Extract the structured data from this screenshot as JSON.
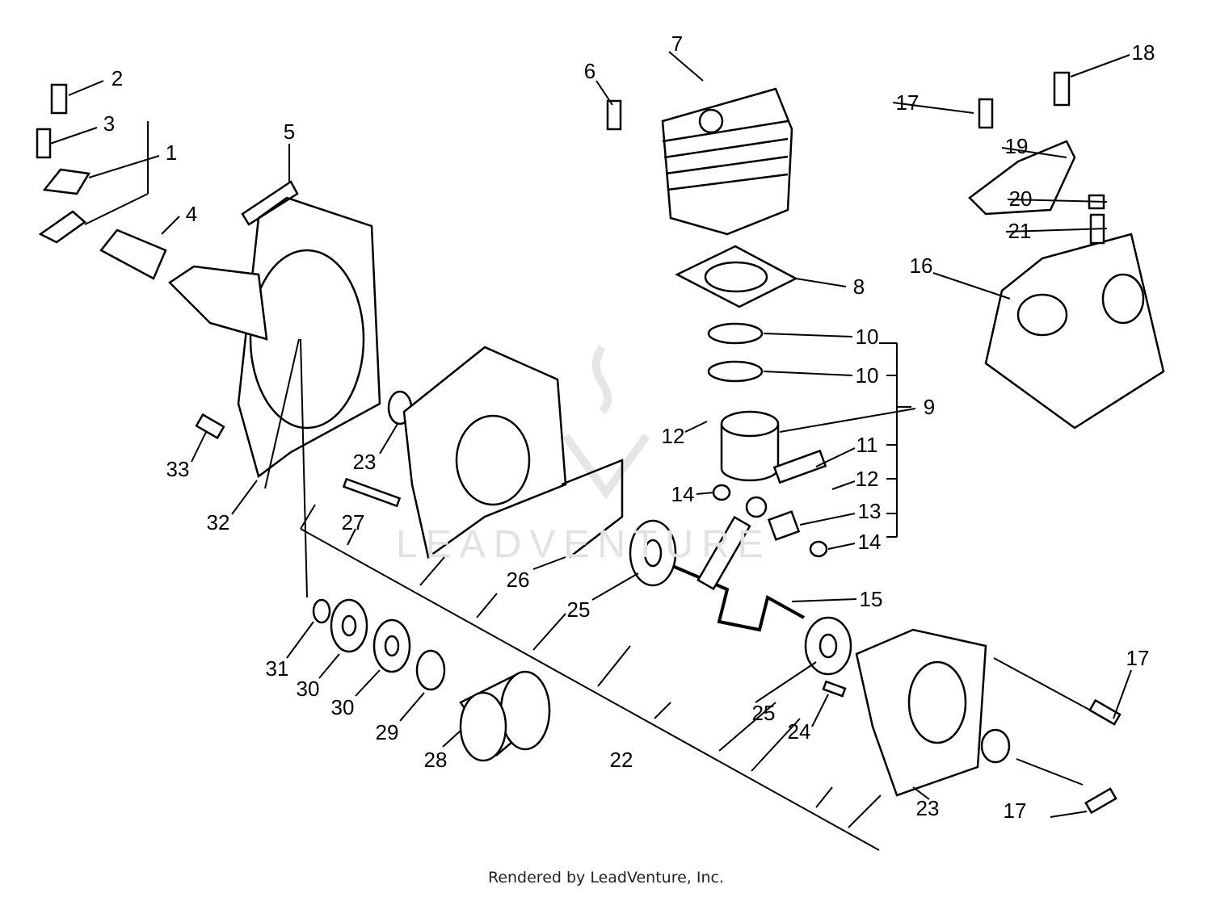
{
  "labels": [
    "2",
    "3",
    "1",
    "5",
    "4",
    "6",
    "7",
    "17",
    "18",
    "19",
    "20",
    "21",
    "16",
    "8",
    "10",
    "10",
    "9",
    "12",
    "11",
    "12",
    "14",
    "13",
    "14",
    "15",
    "23",
    "33",
    "32",
    "27",
    "26",
    "25",
    "31",
    "30",
    "30",
    "29",
    "28",
    "22",
    "25",
    "24",
    "17",
    "23",
    "17"
  ],
  "watermark": "LEADVENTURE",
  "footer": "Rendered by LeadVenture, Inc."
}
